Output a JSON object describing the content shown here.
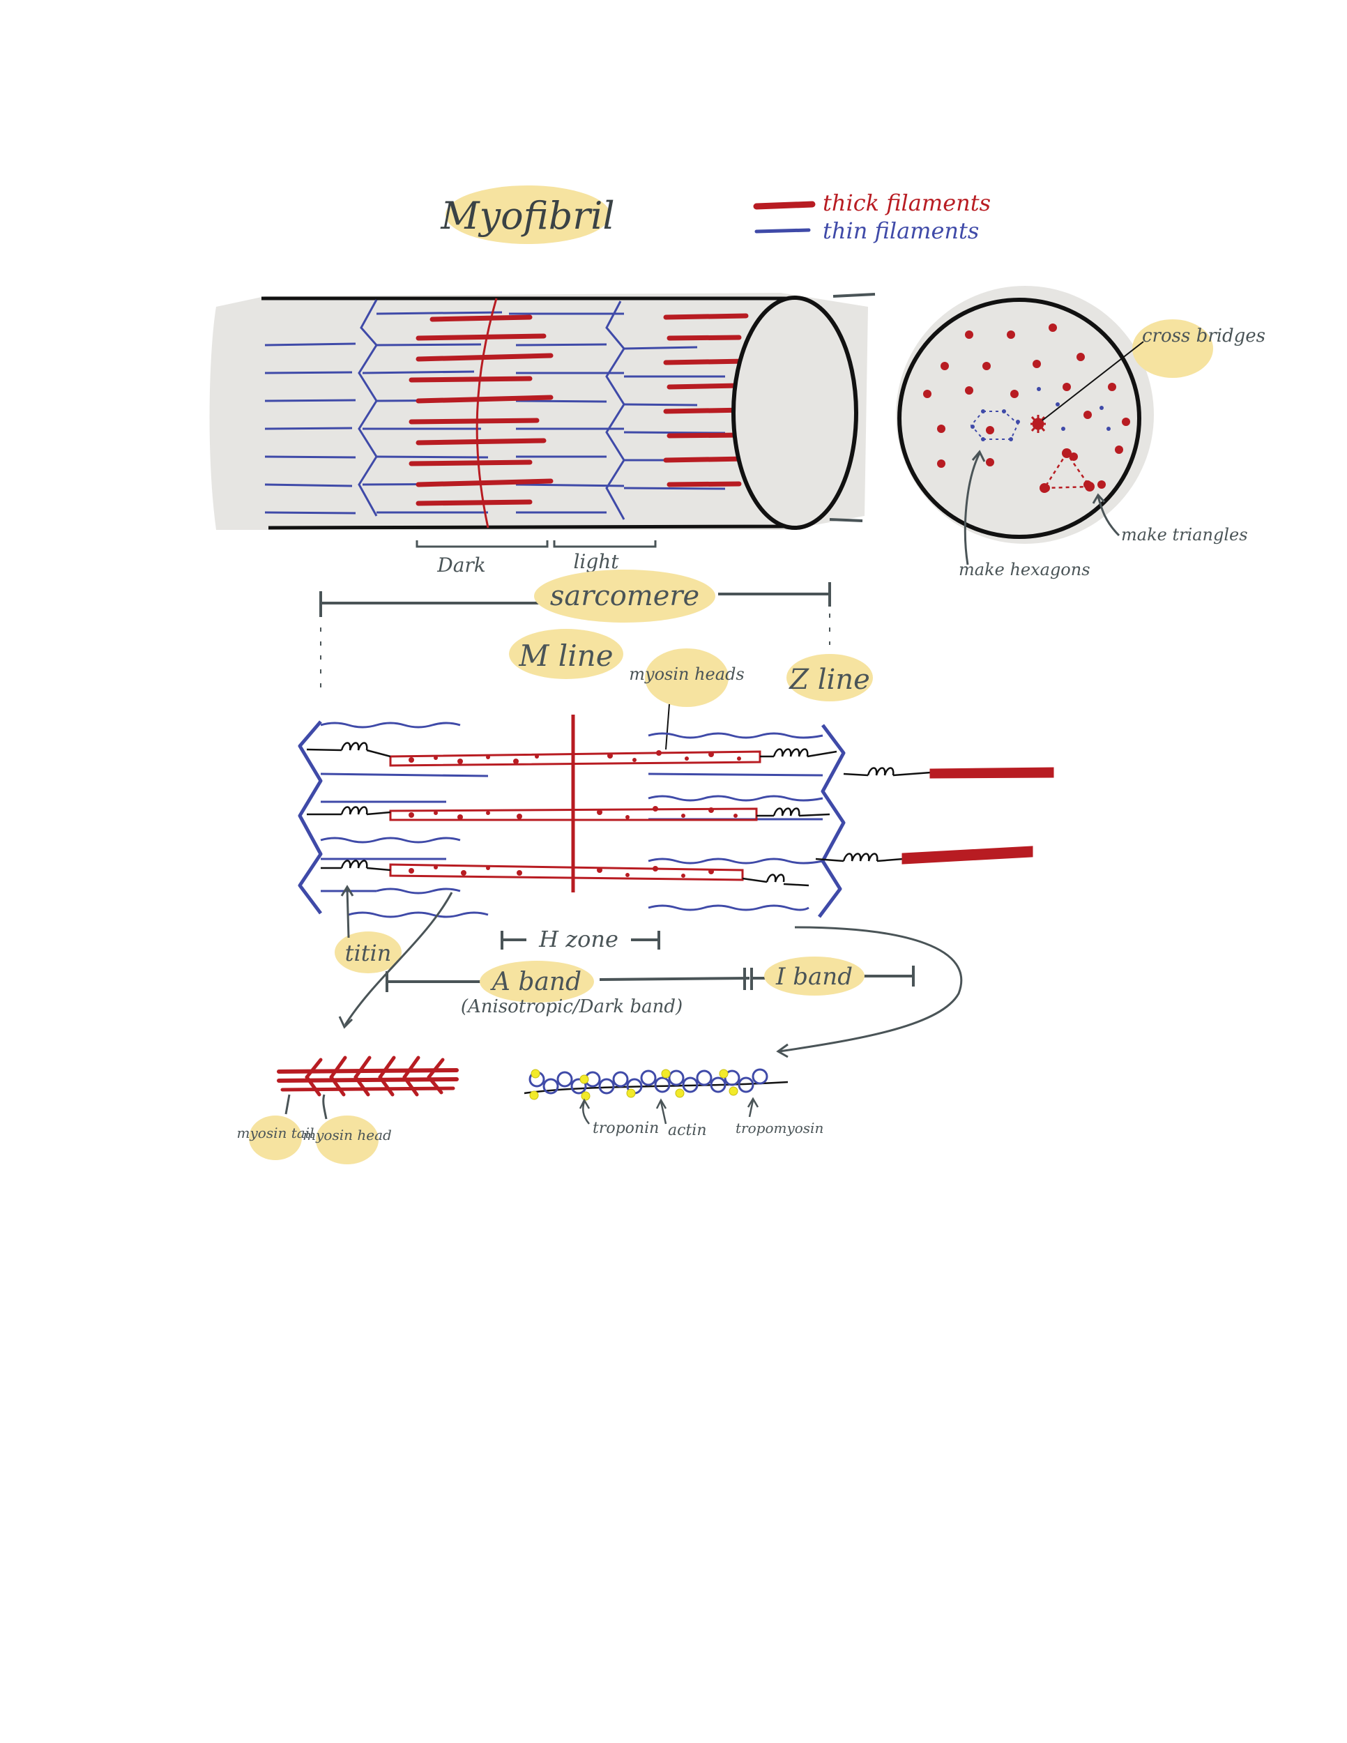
{
  "title": "Myofibril",
  "legend": [
    {
      "label": "thick filaments",
      "color": "#b81c22"
    },
    {
      "label": "thin filaments",
      "color": "#3f4aa8"
    }
  ],
  "colors": {
    "thick": "#b81c22",
    "thin": "#3f4aa8",
    "outline": "#111111",
    "fill": "#e6e5e2",
    "highlight": "#f6e3a0",
    "annot": "#4a5457",
    "troponin": "#f2ea2a"
  },
  "labels": {
    "dark": "Dark",
    "light": "light",
    "sarcomere": "sarcomere",
    "m_line": "M line",
    "z_line": "Z line",
    "myosin_heads": "myosin heads",
    "cross_bridges": "cross bridges",
    "make_hexagons": "make hexagons",
    "make_triangles": "make triangles",
    "titin": "titin",
    "h_zone": "H zone",
    "a_band": "A band",
    "a_band_sub": "(Anisotropic/Dark band)",
    "i_band": "I band",
    "myosin_tail": "myosin tail",
    "myosin_head": "myosin head",
    "troponin": "troponin",
    "actin": "actin",
    "tropomyosin": "tropomyosin"
  }
}
